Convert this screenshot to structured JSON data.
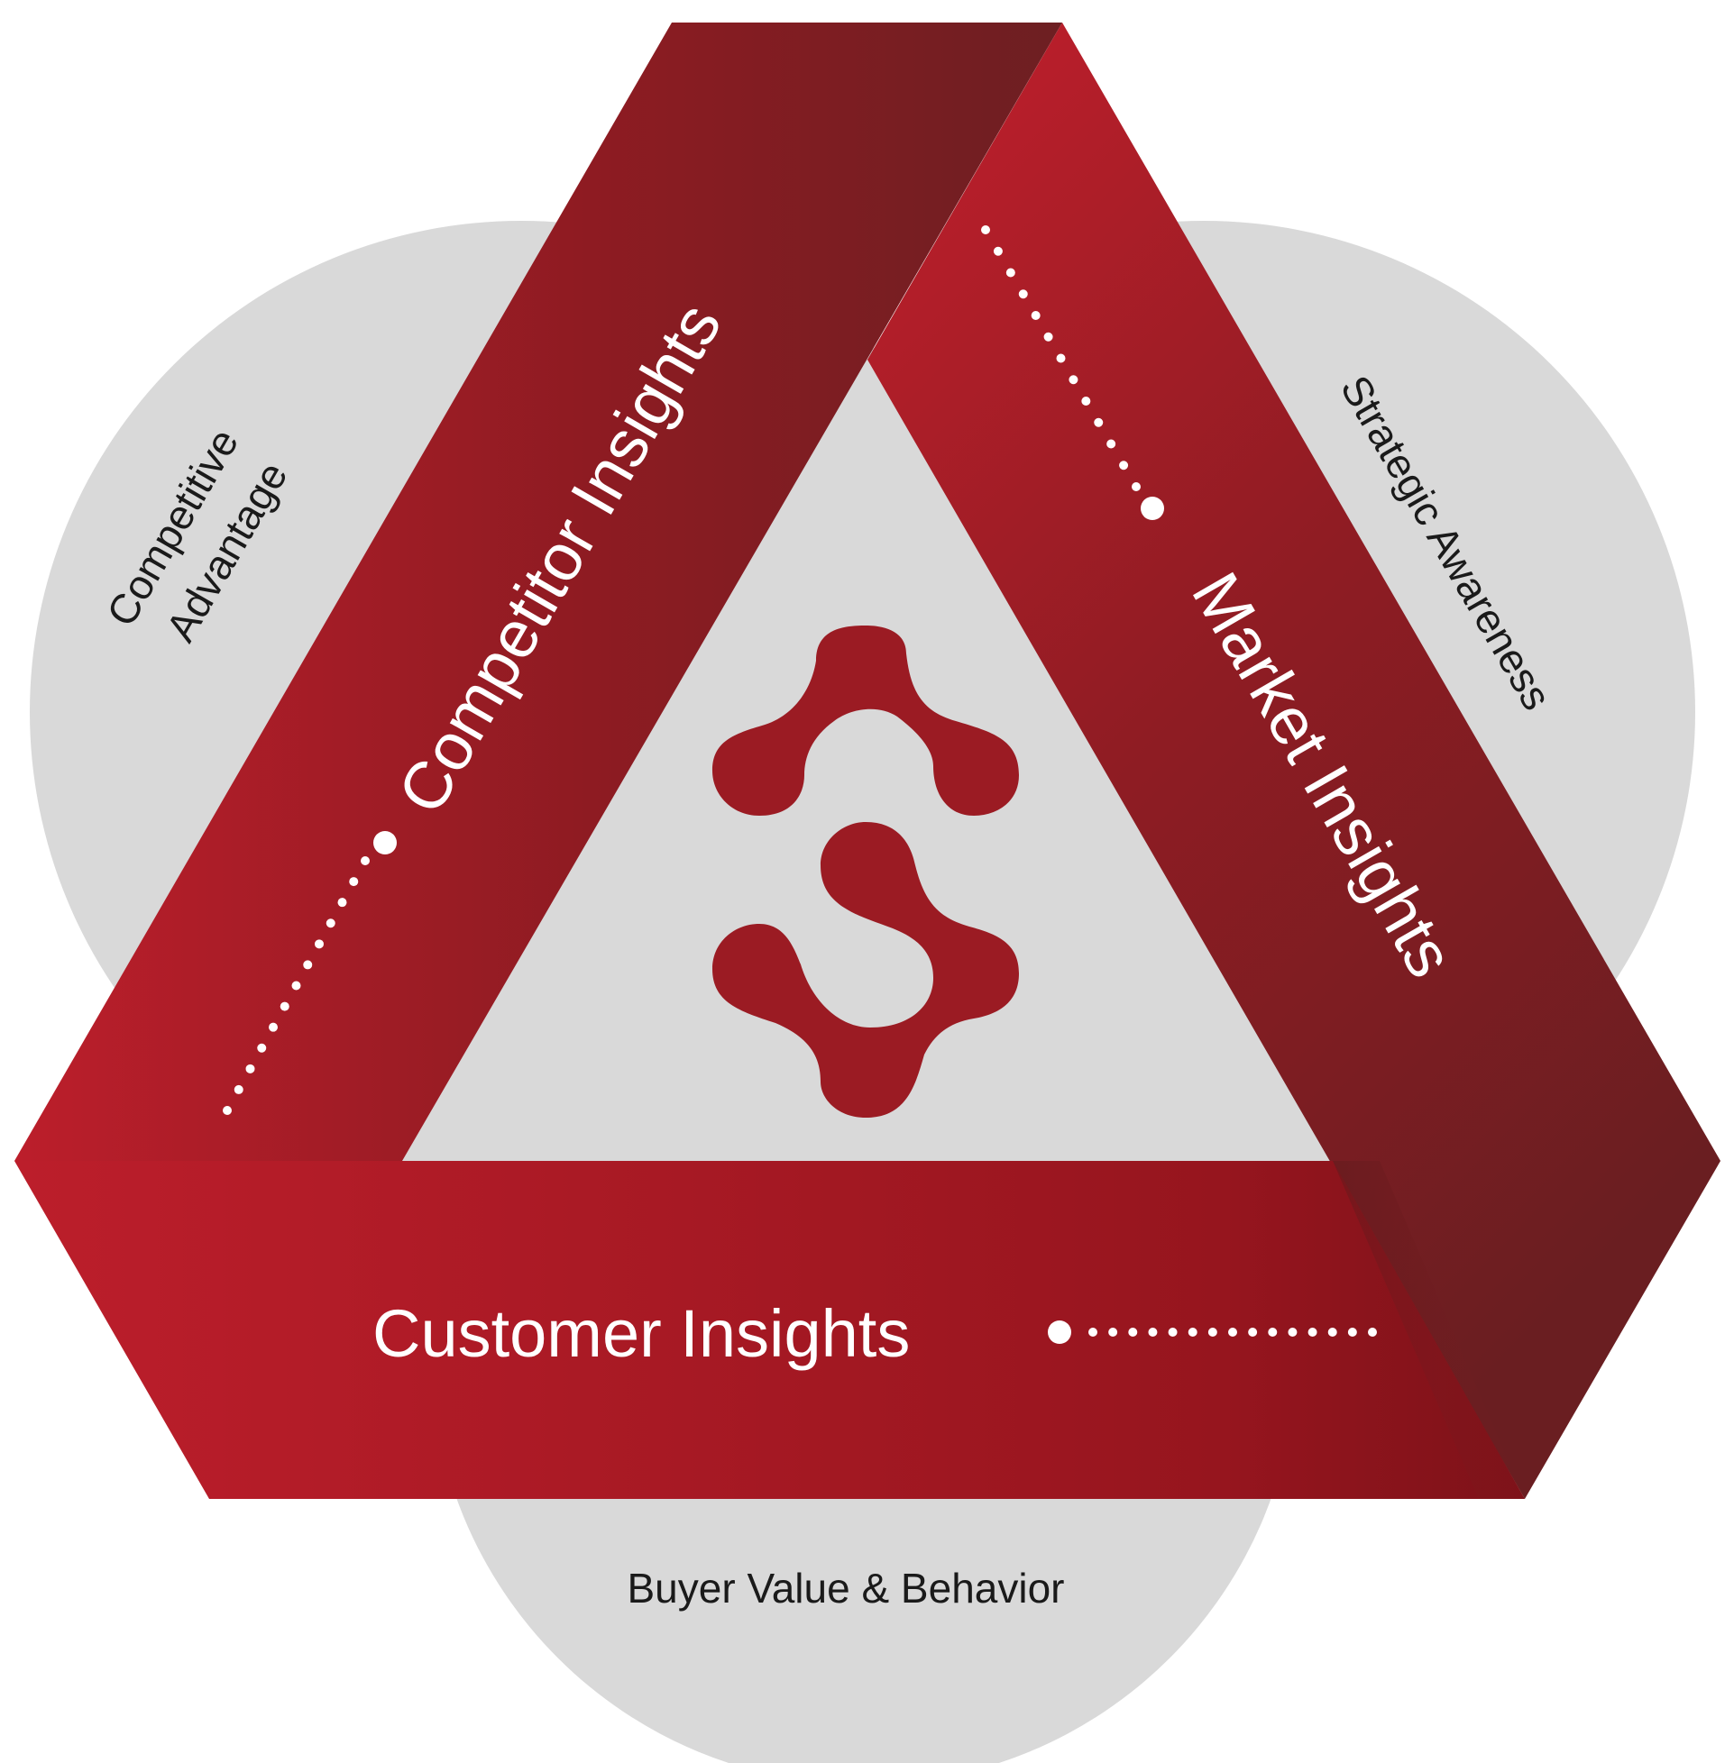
{
  "colors": {
    "circle_fill": "#d9d9d9",
    "band_bright": "#bc1e2b",
    "band_mid": "#98161f",
    "band_dark": "#6d1f22",
    "logo": "#9b1b23",
    "label_white": "#ffffff",
    "label_dark": "#1a1a1a"
  },
  "bands": {
    "competitor": {
      "label": "Competitor Insights"
    },
    "market": {
      "label": "Market Insights"
    },
    "customer": {
      "label": "Customer Insights"
    }
  },
  "outer_labels": {
    "competitive_line1": "Competitive",
    "competitive_line2": "Advantage",
    "strategic": "Strategic Awareness",
    "buyer": "Buyer Value & Behavior"
  },
  "icons": {
    "center_logo": "s-logo-icon",
    "connector": "dotted-line-icon"
  }
}
